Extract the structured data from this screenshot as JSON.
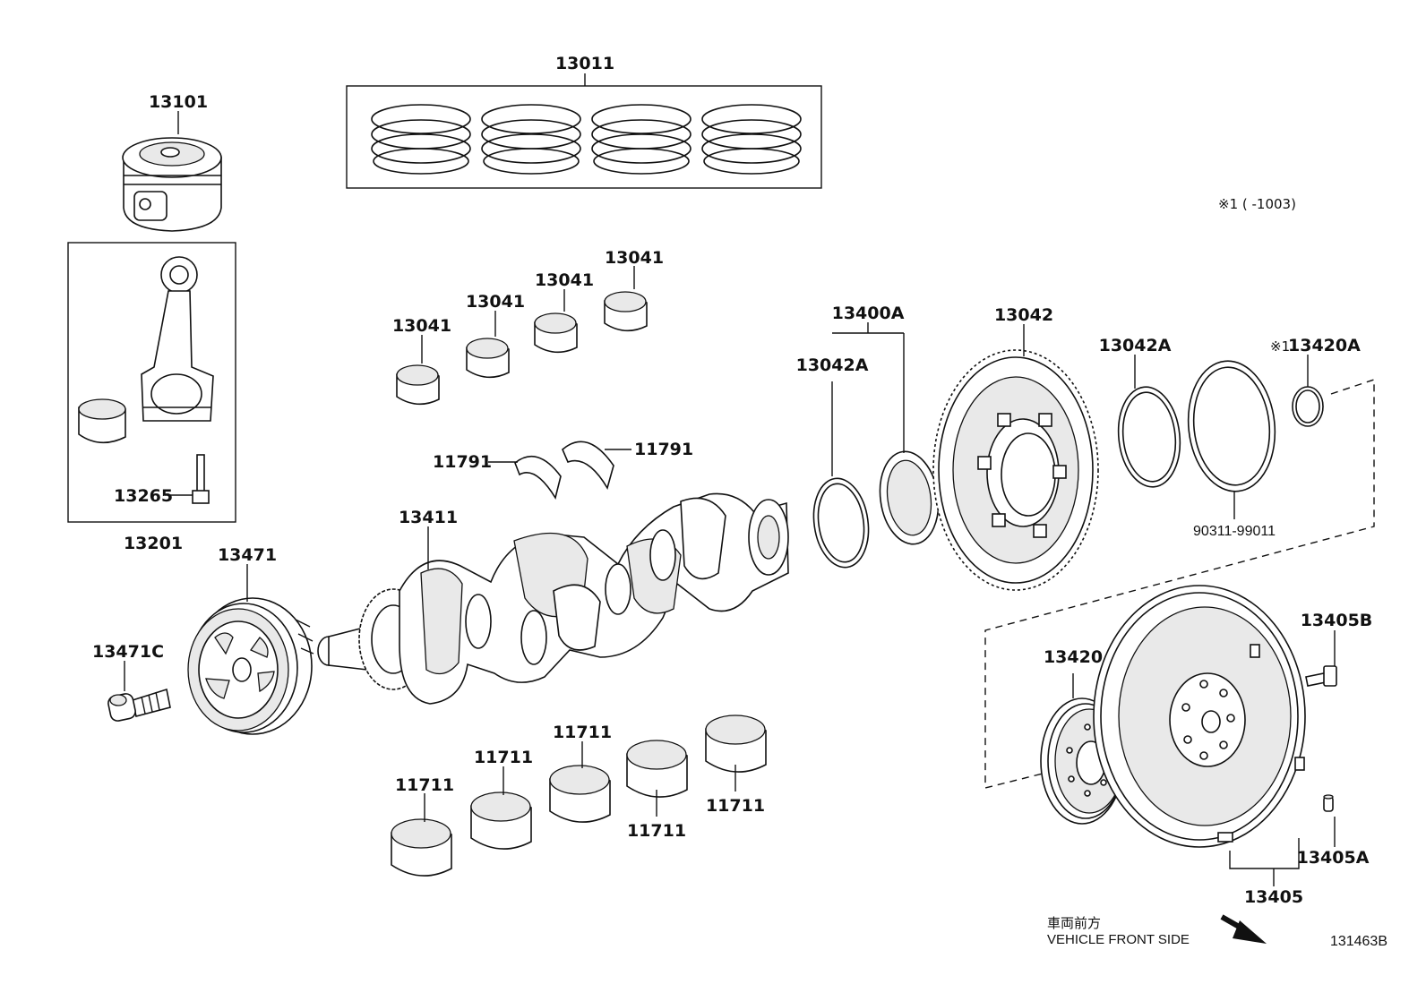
{
  "labels": {
    "piston_rings": "13011",
    "piston": "13101",
    "conrod_assembly": "13201",
    "conrod_bolt": "13265",
    "conrod_bearing_1": "13041",
    "conrod_bearing_2": "13041",
    "conrod_bearing_3": "13041",
    "conrod_bearing_4": "13041",
    "thrust_washer_left": "11791",
    "thrust_washer_right": "11791",
    "crankshaft": "13411",
    "crank_pulley": "13471",
    "pulley_bolt": "13471C",
    "main_bearing_1": "11711",
    "main_bearing_2": "11711",
    "main_bearing_3": "11711",
    "main_bearing_4": "11711",
    "main_bearing_5": "11711",
    "bearing_set": "13400A",
    "retainer_ring_left": "13042A",
    "retainer_ring_right": "13042A",
    "ring_gear": "13042",
    "plate_ring": "13420A",
    "note_mark": "※1",
    "oil_seal": "90311-99011",
    "drive_plate": "13420",
    "flywheel": "13405",
    "flywheel_bolt": "13405B",
    "flywheel_pin": "13405A"
  },
  "footnote": "※1 (      -1003)",
  "front_side_jp": "車両前方",
  "front_side_en": "VEHICLE FRONT SIDE",
  "diagram_code": "131463B"
}
